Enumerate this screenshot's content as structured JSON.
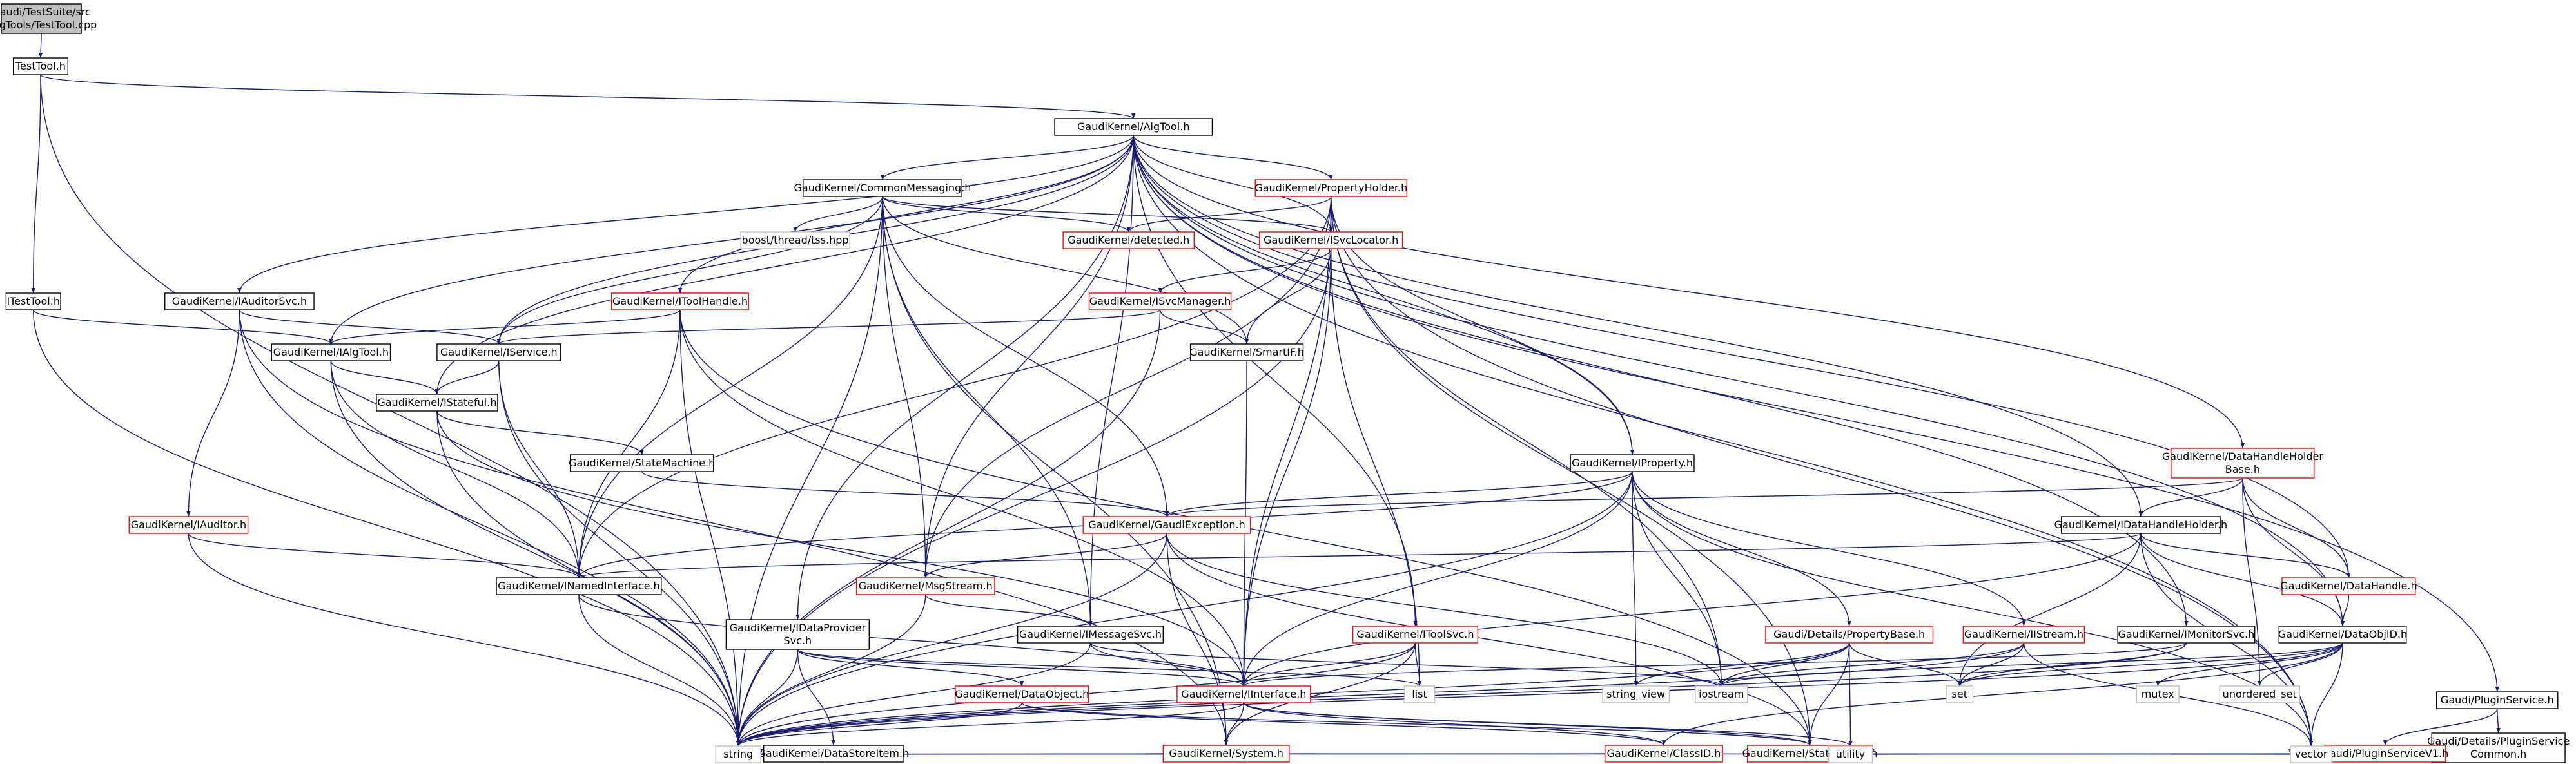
{
  "colors": {
    "background": "#ffffff",
    "edge": "#191970",
    "default_border": "#000000",
    "highlight_border": "#ff0000",
    "missing_border": "#bfbfbf",
    "root_fill": "#bfbfbf",
    "text": "#000000"
  },
  "nodes": [
    {
      "id": "root",
      "lines": [
        "Gaudi/TestSuite/src",
        "/AlgTools/TestTool.cpp"
      ],
      "kind": "root"
    },
    {
      "id": "testtool_h",
      "lines": [
        "TestTool.h"
      ],
      "kind": "normal"
    },
    {
      "id": "itesttool_h",
      "lines": [
        "ITestTool.h"
      ],
      "kind": "normal"
    },
    {
      "id": "algtool_h",
      "lines": [
        "GaudiKernel/AlgTool.h"
      ],
      "kind": "normal"
    },
    {
      "id": "commonmessaging_h",
      "lines": [
        "GaudiKernel/CommonMessaging.h"
      ],
      "kind": "normal"
    },
    {
      "id": "propertyholder_h",
      "lines": [
        "GaudiKernel/PropertyHolder.h"
      ],
      "kind": "red"
    },
    {
      "id": "tss_hpp",
      "lines": [
        "boost/thread/tss.hpp"
      ],
      "kind": "missing"
    },
    {
      "id": "detected_h",
      "lines": [
        "GaudiKernel/detected.h"
      ],
      "kind": "red"
    },
    {
      "id": "isvclocator_h",
      "lines": [
        "GaudiKernel/ISvcLocator.h"
      ],
      "kind": "red"
    },
    {
      "id": "iauditorsvc_h",
      "lines": [
        "GaudiKernel/IAuditorSvc.h"
      ],
      "kind": "normal"
    },
    {
      "id": "itoolhandle_h",
      "lines": [
        "GaudiKernel/IToolHandle.h"
      ],
      "kind": "red"
    },
    {
      "id": "isvcmanager_h",
      "lines": [
        "GaudiKernel/ISvcManager.h"
      ],
      "kind": "red"
    },
    {
      "id": "ialgtool_h",
      "lines": [
        "GaudiKernel/IAlgTool.h"
      ],
      "kind": "normal"
    },
    {
      "id": "iservice_h",
      "lines": [
        "GaudiKernel/IService.h"
      ],
      "kind": "normal"
    },
    {
      "id": "smartif_h",
      "lines": [
        "GaudiKernel/SmartIF.h"
      ],
      "kind": "normal"
    },
    {
      "id": "istateful_h",
      "lines": [
        "GaudiKernel/IStateful.h"
      ],
      "kind": "normal"
    },
    {
      "id": "statemachine_h",
      "lines": [
        "GaudiKernel/StateMachine.h"
      ],
      "kind": "normal"
    },
    {
      "id": "iproperty_h",
      "lines": [
        "GaudiKernel/IProperty.h"
      ],
      "kind": "normal"
    },
    {
      "id": "gaudiexception_h",
      "lines": [
        "GaudiKernel/GaudiException.h"
      ],
      "kind": "red"
    },
    {
      "id": "iauditor_h",
      "lines": [
        "GaudiKernel/IAuditor.h"
      ],
      "kind": "red"
    },
    {
      "id": "inamedinterface_h",
      "lines": [
        "GaudiKernel/INamedInterface.h"
      ],
      "kind": "normal"
    },
    {
      "id": "msgstream_h",
      "lines": [
        "GaudiKernel/MsgStream.h"
      ],
      "kind": "red"
    },
    {
      "id": "idataprovidersvc_h",
      "lines": [
        "GaudiKernel/IDataProvider",
        "Svc.h"
      ],
      "kind": "normal"
    },
    {
      "id": "imessagesvc_h",
      "lines": [
        "GaudiKernel/IMessageSvc.h"
      ],
      "kind": "normal"
    },
    {
      "id": "itoolsvc_h",
      "lines": [
        "GaudiKernel/IToolSvc.h"
      ],
      "kind": "red"
    },
    {
      "id": "propertybase_h",
      "lines": [
        "Gaudi/Details/PropertyBase.h"
      ],
      "kind": "red"
    },
    {
      "id": "iistream_h",
      "lines": [
        "GaudiKernel/IIStream.h"
      ],
      "kind": "red"
    },
    {
      "id": "imonitorsvc_h",
      "lines": [
        "GaudiKernel/IMonitorSvc.h"
      ],
      "kind": "normal"
    },
    {
      "id": "datahandleholderbase_h",
      "lines": [
        "GaudiKernel/DataHandleHolder",
        "Base.h"
      ],
      "kind": "red"
    },
    {
      "id": "idatahandleholder_h",
      "lines": [
        "GaudiKernel/IDataHandleHolder.h"
      ],
      "kind": "normal"
    },
    {
      "id": "datahandle_h",
      "lines": [
        "GaudiKernel/DataHandle.h"
      ],
      "kind": "red"
    },
    {
      "id": "dataobjid_h",
      "lines": [
        "GaudiKernel/DataObjID.h"
      ],
      "kind": "normal"
    },
    {
      "id": "pluginservice_h",
      "lines": [
        "Gaudi/PluginService.h"
      ],
      "kind": "normal"
    },
    {
      "id": "pluginservicecommon_h",
      "lines": [
        "Gaudi/Details/PluginService",
        "Common.h"
      ],
      "kind": "normal"
    },
    {
      "id": "pluginservicev1_h",
      "lines": [
        "Gaudi/PluginServiceV1.h"
      ],
      "kind": "red"
    },
    {
      "id": "dataobject_h",
      "lines": [
        "GaudiKernel/DataObject.h"
      ],
      "kind": "red"
    },
    {
      "id": "datastoreitem_h",
      "lines": [
        "GaudiKernel/DataStoreItem.h"
      ],
      "kind": "normal"
    },
    {
      "id": "iinterface_h",
      "lines": [
        "GaudiKernel/IInterface.h"
      ],
      "kind": "red"
    },
    {
      "id": "system_h",
      "lines": [
        "GaudiKernel/System.h"
      ],
      "kind": "red"
    },
    {
      "id": "classid_h",
      "lines": [
        "GaudiKernel/ClassID.h"
      ],
      "kind": "red"
    },
    {
      "id": "statuscode_h",
      "lines": [
        "GaudiKernel/StatusCode.h"
      ],
      "kind": "red"
    },
    {
      "id": "string",
      "lines": [
        "string"
      ],
      "kind": "missing"
    },
    {
      "id": "list",
      "lines": [
        "list"
      ],
      "kind": "missing"
    },
    {
      "id": "string_view",
      "lines": [
        "string_view"
      ],
      "kind": "missing"
    },
    {
      "id": "iostream",
      "lines": [
        "iostream"
      ],
      "kind": "missing"
    },
    {
      "id": "set",
      "lines": [
        "set"
      ],
      "kind": "missing"
    },
    {
      "id": "mutex",
      "lines": [
        "mutex"
      ],
      "kind": "missing"
    },
    {
      "id": "unordered_set",
      "lines": [
        "unordered_set"
      ],
      "kind": "missing"
    },
    {
      "id": "utility",
      "lines": [
        "utility"
      ],
      "kind": "missing"
    },
    {
      "id": "vector",
      "lines": [
        "vector"
      ],
      "kind": "missing"
    }
  ],
  "edges": [
    [
      "root",
      "testtool_h"
    ],
    [
      "testtool_h",
      "algtool_h"
    ],
    [
      "testtool_h",
      "itesttool_h"
    ],
    [
      "testtool_h",
      "string"
    ],
    [
      "itesttool_h",
      "ialgtool_h"
    ],
    [
      "itesttool_h",
      "string"
    ],
    [
      "algtool_h",
      "commonmessaging_h"
    ],
    [
      "algtool_h",
      "propertyholder_h"
    ],
    [
      "algtool_h",
      "isvclocator_h"
    ],
    [
      "algtool_h",
      "iauditorsvc_h"
    ],
    [
      "algtool_h",
      "itoolhandle_h"
    ],
    [
      "algtool_h",
      "ialgtool_h"
    ],
    [
      "algtool_h",
      "iservice_h"
    ],
    [
      "algtool_h",
      "istateful_h"
    ],
    [
      "algtool_h",
      "iproperty_h"
    ],
    [
      "algtool_h",
      "idataprovidersvc_h"
    ],
    [
      "algtool_h",
      "imessagesvc_h"
    ],
    [
      "algtool_h",
      "itoolsvc_h"
    ],
    [
      "algtool_h",
      "imonitorsvc_h"
    ],
    [
      "algtool_h",
      "datahandleholderbase_h"
    ],
    [
      "algtool_h",
      "idatahandleholder_h"
    ],
    [
      "algtool_h",
      "datahandle_h"
    ],
    [
      "algtool_h",
      "dataobjid_h"
    ],
    [
      "algtool_h",
      "pluginservice_h"
    ],
    [
      "algtool_h",
      "msgstream_h"
    ],
    [
      "algtool_h",
      "vector"
    ],
    [
      "commonmessaging_h",
      "tss_hpp"
    ],
    [
      "commonmessaging_h",
      "detected_h"
    ],
    [
      "commonmessaging_h",
      "isvclocator_h"
    ],
    [
      "commonmessaging_h",
      "iservice_h"
    ],
    [
      "commonmessaging_h",
      "smartif_h"
    ],
    [
      "commonmessaging_h",
      "gaudiexception_h"
    ],
    [
      "commonmessaging_h",
      "msgstream_h"
    ],
    [
      "commonmessaging_h",
      "imessagesvc_h"
    ],
    [
      "commonmessaging_h",
      "inamedinterface_h"
    ],
    [
      "commonmessaging_h",
      "system_h"
    ],
    [
      "commonmessaging_h",
      "string"
    ],
    [
      "propertyholder_h",
      "detected_h"
    ],
    [
      "propertyholder_h",
      "isvclocator_h"
    ],
    [
      "propertyholder_h",
      "iproperty_h"
    ],
    [
      "propertyholder_h",
      "msgstream_h"
    ],
    [
      "propertyholder_h",
      "inamedinterface_h"
    ],
    [
      "propertyholder_h",
      "iinterface_h"
    ],
    [
      "propertyholder_h",
      "iostream"
    ],
    [
      "propertyholder_h",
      "vector"
    ],
    [
      "propertyholder_h",
      "statuscode_h"
    ],
    [
      "isvclocator_h",
      "isvcmanager_h"
    ],
    [
      "isvclocator_h",
      "smartif_h"
    ],
    [
      "isvclocator_h",
      "iinterface_h"
    ],
    [
      "isvclocator_h",
      "list"
    ],
    [
      "isvclocator_h",
      "string"
    ],
    [
      "iauditorsvc_h",
      "iservice_h"
    ],
    [
      "iauditorsvc_h",
      "iauditor_h"
    ],
    [
      "iauditorsvc_h",
      "system_h"
    ],
    [
      "iauditorsvc_h",
      "string"
    ],
    [
      "itoolhandle_h",
      "ialgtool_h"
    ],
    [
      "itoolhandle_h",
      "inamedinterface_h"
    ],
    [
      "itoolhandle_h",
      "iinterface_h"
    ],
    [
      "itoolhandle_h",
      "string"
    ],
    [
      "itoolhandle_h",
      "statuscode_h"
    ],
    [
      "isvcmanager_h",
      "iservice_h"
    ],
    [
      "isvcmanager_h",
      "smartif_h"
    ],
    [
      "isvcmanager_h",
      "string"
    ],
    [
      "ialgtool_h",
      "istateful_h"
    ],
    [
      "ialgtool_h",
      "inamedinterface_h"
    ],
    [
      "ialgtool_h",
      "string"
    ],
    [
      "iservice_h",
      "istateful_h"
    ],
    [
      "iservice_h",
      "inamedinterface_h"
    ],
    [
      "iservice_h",
      "string"
    ],
    [
      "smartif_h",
      "iinterface_h"
    ],
    [
      "istateful_h",
      "statemachine_h"
    ],
    [
      "istateful_h",
      "iinterface_h"
    ],
    [
      "istateful_h",
      "string"
    ],
    [
      "statemachine_h",
      "gaudiexception_h"
    ],
    [
      "iproperty_h",
      "gaudiexception_h"
    ],
    [
      "iproperty_h",
      "inamedinterface_h"
    ],
    [
      "iproperty_h",
      "iinterface_h"
    ],
    [
      "iproperty_h",
      "propertybase_h"
    ],
    [
      "iproperty_h",
      "iistream_h"
    ],
    [
      "iproperty_h",
      "string_view"
    ],
    [
      "iproperty_h",
      "iostream"
    ],
    [
      "iproperty_h",
      "vector"
    ],
    [
      "iproperty_h",
      "string"
    ],
    [
      "gaudiexception_h",
      "msgstream_h"
    ],
    [
      "gaudiexception_h",
      "system_h"
    ],
    [
      "gaudiexception_h",
      "statuscode_h"
    ],
    [
      "gaudiexception_h",
      "string"
    ],
    [
      "gaudiexception_h",
      "iostream"
    ],
    [
      "iauditor_h",
      "inamedinterface_h"
    ],
    [
      "iauditor_h",
      "string"
    ],
    [
      "inamedinterface_h",
      "iinterface_h"
    ],
    [
      "inamedinterface_h",
      "string"
    ],
    [
      "msgstream_h",
      "imessagesvc_h"
    ],
    [
      "msgstream_h",
      "string"
    ],
    [
      "idataprovidersvc_h",
      "dataobject_h"
    ],
    [
      "idataprovidersvc_h",
      "datastoreitem_h"
    ],
    [
      "idataprovidersvc_h",
      "iinterface_h"
    ],
    [
      "idataprovidersvc_h",
      "string"
    ],
    [
      "idataprovidersvc_h",
      "list"
    ],
    [
      "imessagesvc_h",
      "iinterface_h"
    ],
    [
      "imessagesvc_h",
      "string"
    ],
    [
      "imessagesvc_h",
      "iostream"
    ],
    [
      "itoolsvc_h",
      "iinterface_h"
    ],
    [
      "itoolsvc_h",
      "system_h"
    ],
    [
      "itoolsvc_h",
      "list"
    ],
    [
      "itoolsvc_h",
      "string"
    ],
    [
      "propertybase_h",
      "string_view"
    ],
    [
      "propertybase_h",
      "iostream"
    ],
    [
      "propertybase_h",
      "set"
    ],
    [
      "propertybase_h",
      "statuscode_h"
    ],
    [
      "propertybase_h",
      "string"
    ],
    [
      "propertybase_h",
      "utility"
    ],
    [
      "iistream_h",
      "iostream"
    ],
    [
      "iistream_h",
      "set"
    ],
    [
      "iistream_h",
      "string"
    ],
    [
      "iistream_h",
      "vector"
    ],
    [
      "imonitorsvc_h",
      "iinterface_h"
    ],
    [
      "imonitorsvc_h",
      "set"
    ],
    [
      "imonitorsvc_h",
      "string"
    ],
    [
      "datahandleholderbase_h",
      "idatahandleholder_h"
    ],
    [
      "datahandleholderbase_h",
      "datahandle_h"
    ],
    [
      "datahandleholderbase_h",
      "dataobjid_h"
    ],
    [
      "datahandleholderbase_h",
      "gaudiexception_h"
    ],
    [
      "datahandleholderbase_h",
      "unordered_set"
    ],
    [
      "idatahandleholder_h",
      "datahandle_h"
    ],
    [
      "idatahandleholder_h",
      "dataobjid_h"
    ],
    [
      "idatahandleholder_h",
      "inamedinterface_h"
    ],
    [
      "idatahandleholder_h",
      "iinterface_h"
    ],
    [
      "idatahandleholder_h",
      "set"
    ],
    [
      "idatahandleholder_h",
      "vector"
    ],
    [
      "datahandle_h",
      "dataobjid_h"
    ],
    [
      "dataobjid_h",
      "classid_h"
    ],
    [
      "dataobjid_h",
      "mutex"
    ],
    [
      "dataobjid_h",
      "unordered_set"
    ],
    [
      "dataobjid_h",
      "set"
    ],
    [
      "dataobjid_h",
      "string"
    ],
    [
      "dataobjid_h",
      "iostream"
    ],
    [
      "dataobjid_h",
      "vector"
    ],
    [
      "pluginservice_h",
      "pluginservicecommon_h"
    ],
    [
      "pluginservice_h",
      "pluginservicev1_h"
    ],
    [
      "pluginservicev1_h",
      "string"
    ],
    [
      "pluginservicev1_h",
      "utility"
    ],
    [
      "dataobject_h",
      "classid_h"
    ],
    [
      "dataobject_h",
      "statuscode_h"
    ],
    [
      "dataobject_h",
      "string"
    ],
    [
      "datastoreitem_h",
      "string"
    ],
    [
      "iinterface_h",
      "system_h"
    ],
    [
      "iinterface_h",
      "statuscode_h"
    ],
    [
      "iinterface_h",
      "classid_h"
    ],
    [
      "iinterface_h",
      "utility"
    ],
    [
      "iinterface_h",
      "string"
    ],
    [
      "system_h",
      "string"
    ],
    [
      "system_h",
      "vector"
    ],
    [
      "statuscode_h",
      "utility"
    ],
    [
      "classid_h",
      "string"
    ]
  ]
}
